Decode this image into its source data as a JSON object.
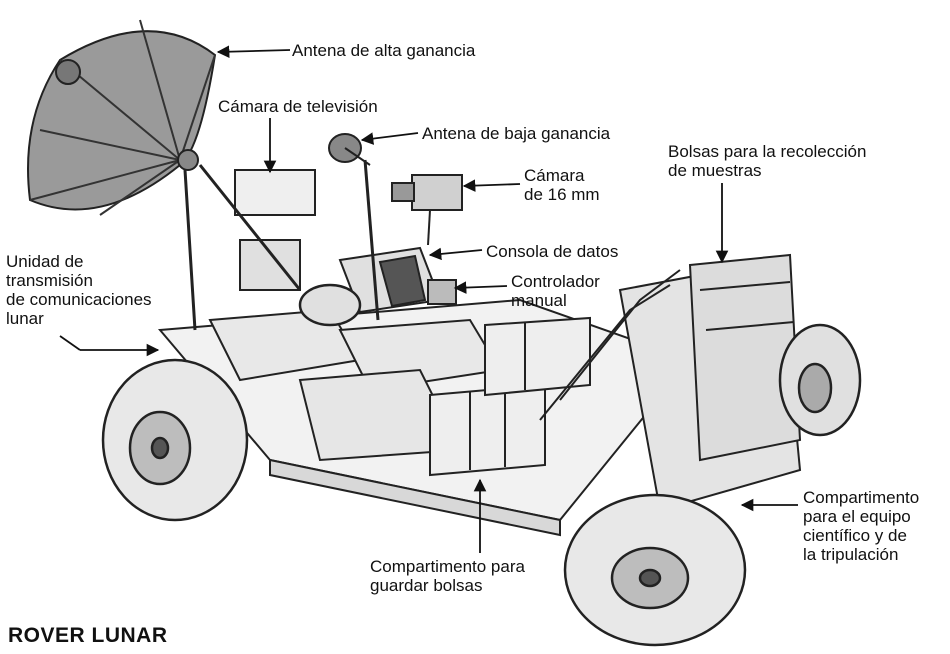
{
  "title": "ROVER LUNAR",
  "labels": {
    "antena_alta": "Antena de alta ganancia",
    "camara_tv": "Cámara de televisión",
    "antena_baja": "Antena de baja ganancia",
    "camara_16": "Cámara\nde 16 mm",
    "bolsas": "Bolsas para la recolección\nde muestras",
    "unidad": "Unidad de\ntransmisión\nde comunicaciones\nlunar",
    "consola": "Consola de datos",
    "controlador": "Controlador\nmanual",
    "comp_equipo": "Compartimento\npara el equipo\ncientífico y de\nla tripulación",
    "comp_bolsas": "Compartimento para\nguardar bolsas"
  }
}
